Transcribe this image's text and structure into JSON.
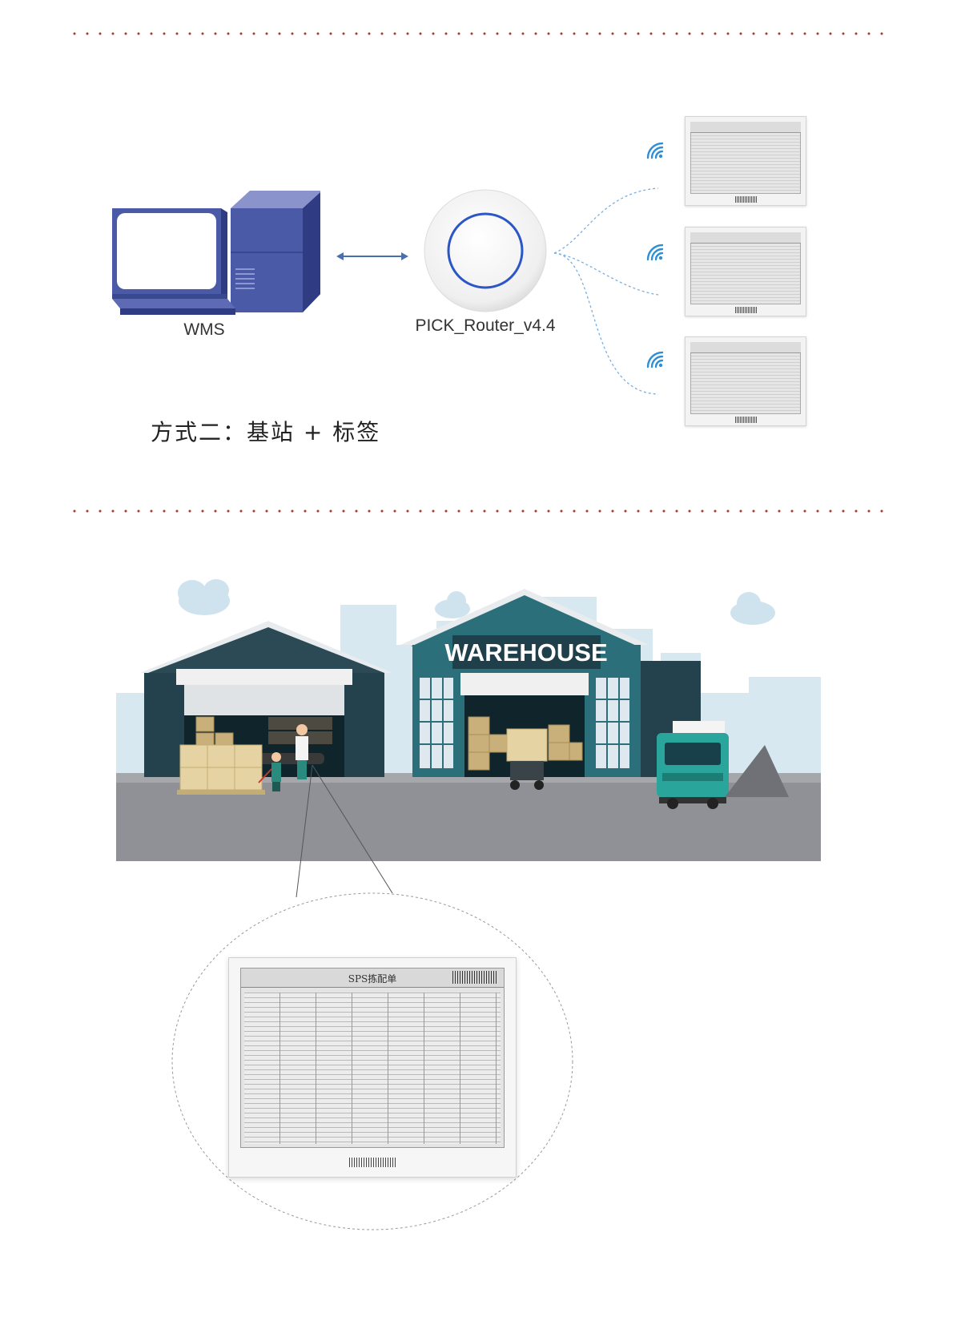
{
  "diagram": {
    "wms_label": "WMS",
    "router_label": "PICK_Router_v4.4",
    "caption": "方式二：基站 + 标签"
  },
  "illustration": {
    "warehouse_sign": "WAREHOUSE"
  },
  "label_detail": {
    "title": "SPS拣配单"
  },
  "colors": {
    "divider": "#b03a2e",
    "accent_blue": "#2b56c7",
    "wifi_blue": "#2f8fd6",
    "warehouse_teal": "#2a6f7a",
    "warehouse_dark": "#1f3f4a"
  },
  "icons": [
    "monitor-icon",
    "server-tower-icon",
    "router-icon",
    "wifi-icon",
    "eink-label-icon",
    "cloud-icon",
    "truck-icon"
  ]
}
